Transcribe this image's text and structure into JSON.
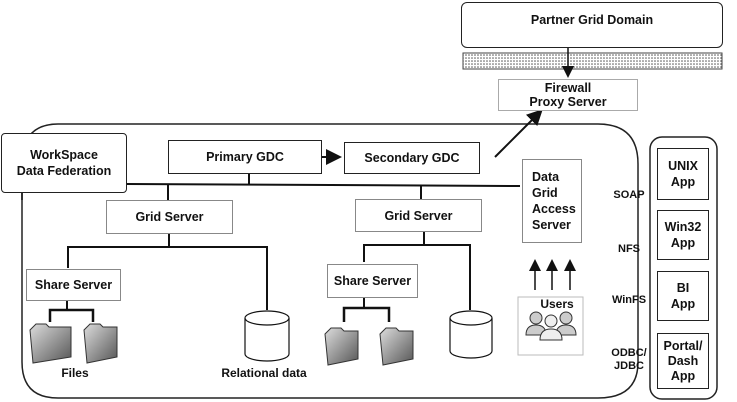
{
  "partner": {
    "title": "Partner Grid Domain"
  },
  "firewall": {
    "line1": "Firewall",
    "line2": "Proxy Server"
  },
  "workspace": {
    "line1": "WorkSpace",
    "line2": "Data Federation"
  },
  "gdc": {
    "primary": "Primary GDC",
    "secondary": "Secondary GDC"
  },
  "grid_servers": [
    "Grid Server",
    "Grid Server"
  ],
  "share_servers": [
    "Share Server",
    "Share Server"
  ],
  "data_access": {
    "lines": [
      "Data",
      "Grid",
      "Access",
      "Server"
    ]
  },
  "labels": {
    "files": "Files",
    "relational": "Relational data",
    "users": "Users"
  },
  "protocols": [
    "SOAP",
    "NFS",
    "WinFS",
    "ODBC/\nJDBC"
  ],
  "apps": [
    {
      "lines": [
        "UNIX",
        "App"
      ]
    },
    {
      "lines": [
        "Win32",
        "App"
      ]
    },
    {
      "lines": [
        "BI",
        "App"
      ]
    },
    {
      "lines": [
        "Portal/",
        "Dash",
        "App"
      ]
    }
  ],
  "icons": {
    "folder": "folder-icon",
    "database": "database-icon",
    "users": "users-group-icon",
    "arrow": "arrow-icon"
  }
}
